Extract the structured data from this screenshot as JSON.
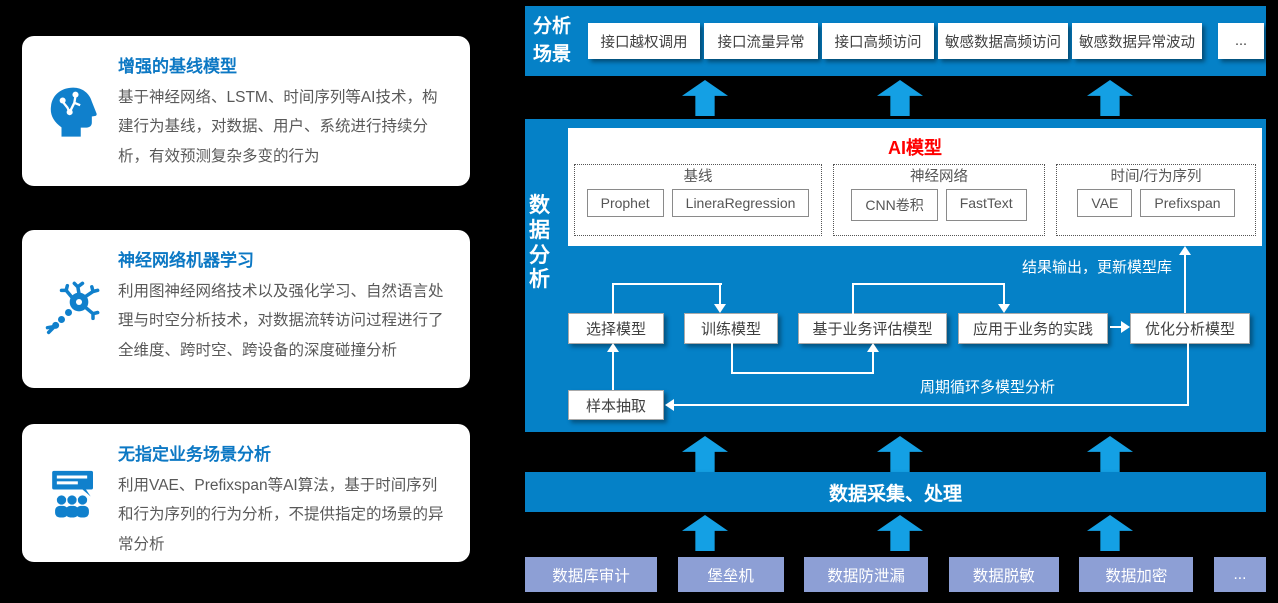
{
  "colors": {
    "panel_blue": "#0581c7",
    "arrow_blue": "#14a0e4",
    "source_box_blue": "#8d9fd5",
    "ai_title_red": "#ff0000",
    "card_title_blue": "#0c78c4",
    "card_body_gray": "#595959",
    "icon_blue": "#1080cc"
  },
  "left_cards": [
    {
      "icon": "brain-head-icon",
      "title": "增强的基线模型",
      "body": "基于神经网络、LSTM、时间序列等AI技术，构建行为基线，对数据、用户、系统进行持续分析，有效预测复杂多变的行为"
    },
    {
      "icon": "neuron-icon",
      "title": "神经网络机器学习",
      "body": "利用图神经网络技术以及强化学习、自然语言处理与时空分析技术，对数据流转访问过程进行了全维度、跨时空、跨设备的深度碰撞分析"
    },
    {
      "icon": "presentation-people-icon",
      "title": "无指定业务场景分析",
      "body": "利用VAE、Prefixspan等AI算法，基于时间序列和行为序列的行为分析，不提供指定的场景的异常分析"
    }
  ],
  "scenario_bar": {
    "label": "分析场景",
    "items": [
      "接口越权调用",
      "接口流量异常",
      "接口高频访问",
      "敏感数据高频访问",
      "敏感数据异常波动",
      "..."
    ]
  },
  "analysis_panel": {
    "side_label": "数据分析",
    "ai_box": {
      "title": "AI模型",
      "groups": [
        {
          "name": "基线",
          "models": [
            "Prophet",
            "LineraRegression"
          ]
        },
        {
          "name": "神经网络",
          "models": [
            "CNN卷积",
            "FastText"
          ]
        },
        {
          "name": "时间/行为序列",
          "models": [
            "VAE",
            "Prefixspan"
          ]
        }
      ]
    },
    "flow": {
      "steps": [
        "选择模型",
        "训练模型",
        "基于业务评估模型",
        "应用于业务的实践",
        "优化分析模型"
      ],
      "sample_step": "样本抽取",
      "output_note": "结果输出，更新模型库",
      "loop_note": "周期循环多模型分析"
    }
  },
  "collection_bar": {
    "label": "数据采集、处理"
  },
  "source_row": [
    "数据库审计",
    "堡垒机",
    "数据防泄漏",
    "数据脱敏",
    "数据加密",
    "..."
  ]
}
